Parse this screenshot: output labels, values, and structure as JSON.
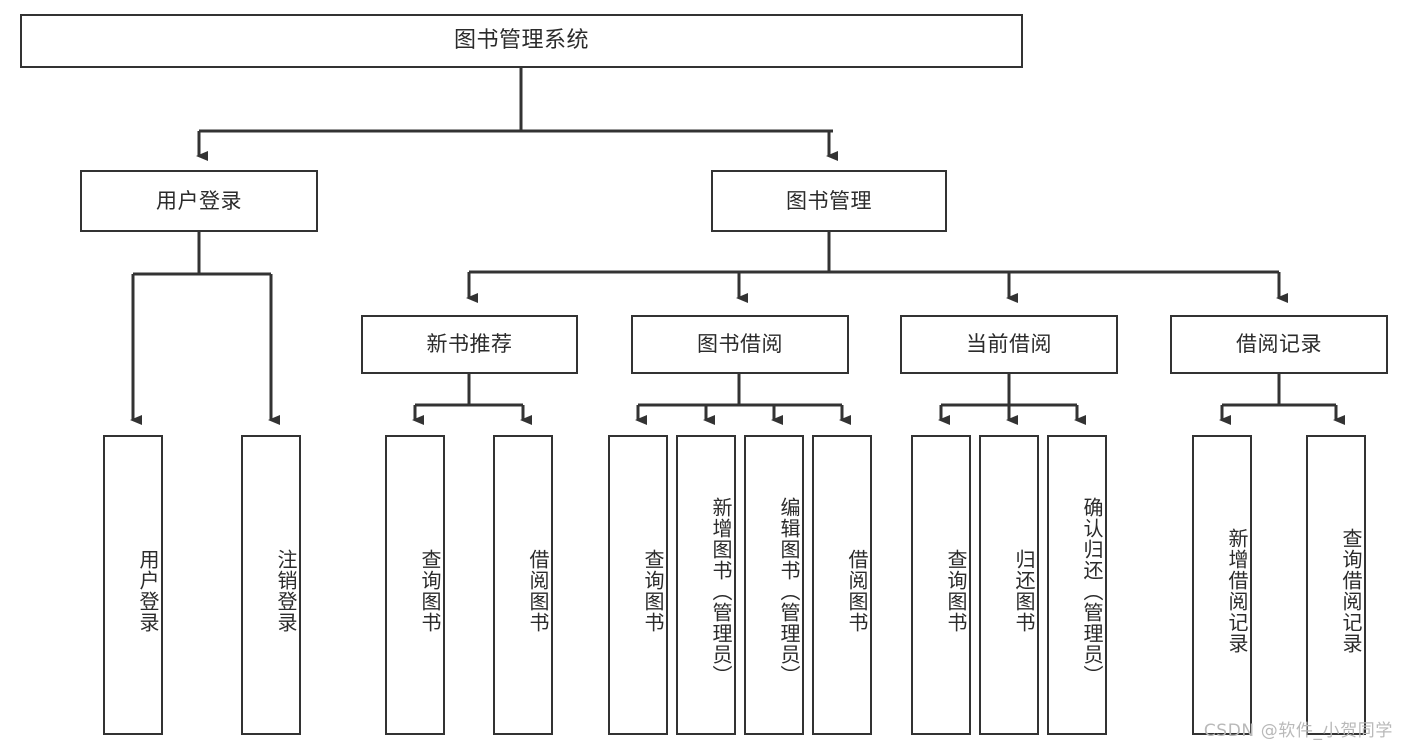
{
  "diagram": {
    "title": "图书管理系统",
    "type": "functional-structure-tree",
    "watermark": "CSDN @软件_小贺同学",
    "colors": {
      "box_border": "#333333",
      "box_fill": "#ffffff",
      "text": "#2b2b2b",
      "connector": "#333333",
      "watermark": "#b9b9b9",
      "background": "#ffffff"
    },
    "root": {
      "label": "图书管理系统"
    },
    "level2": [
      {
        "label": "用户登录"
      },
      {
        "label": "图书管理"
      }
    ],
    "level3": [
      {
        "label": "新书推荐"
      },
      {
        "label": "图书借阅"
      },
      {
        "label": "当前借阅"
      },
      {
        "label": "借阅记录"
      }
    ],
    "leaves": {
      "user_login": [
        {
          "label": "用户登录"
        },
        {
          "label": "注销登录"
        }
      ],
      "new_book_recommend": [
        {
          "label": "查询图书"
        },
        {
          "label": "借阅图书"
        }
      ],
      "book_borrow": [
        {
          "label": "查询图书"
        },
        {
          "label": "新增图书（管理员）"
        },
        {
          "label": "编辑图书（管理员）"
        },
        {
          "label": "借阅图书"
        }
      ],
      "current_borrow": [
        {
          "label": "查询图书"
        },
        {
          "label": "归还图书"
        },
        {
          "label": "确认归还（管理员）"
        }
      ],
      "borrow_record": [
        {
          "label": "新增借阅记录"
        },
        {
          "label": "查询借阅记录"
        }
      ]
    }
  }
}
